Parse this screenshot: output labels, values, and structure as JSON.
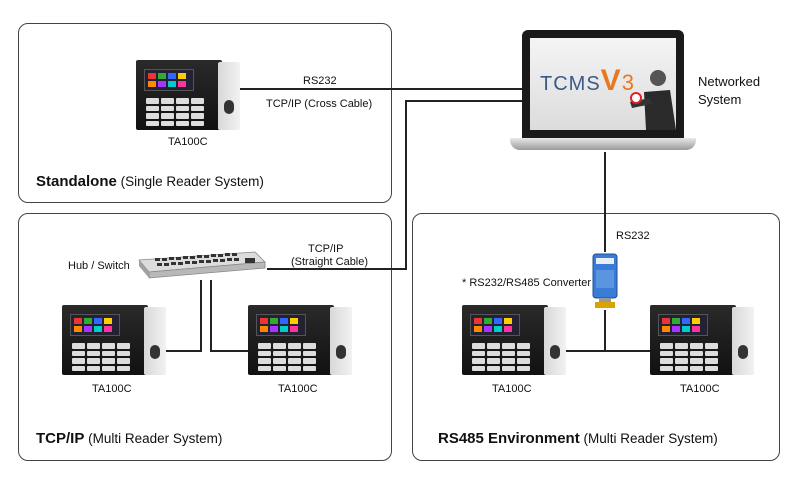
{
  "panels": {
    "standalone": {
      "title_bold": "Standalone",
      "title_rest": " (Single Reader System)"
    },
    "tcpip": {
      "title_bold": "TCP/IP",
      "title_rest": " (Multi Reader System)"
    },
    "rs485": {
      "title_bold": "RS485 Environment",
      "title_rest": " (Multi Reader System)"
    }
  },
  "labels": {
    "rs232_top": "RS232",
    "tcpip_cross": "TCP/IP (Cross Cable)",
    "tcpip_straight_1": "TCP/IP",
    "tcpip_straight_2": "(Straight Cable)",
    "hub_switch": "Hub / Switch",
    "rs232_right": "RS232",
    "converter": "* RS232/RS485 Converter",
    "networked_1": "Networked",
    "networked_2": "System"
  },
  "devices": {
    "standalone": "TA100C",
    "tcp_left": "TA100C",
    "tcp_right": "TA100C",
    "rs485_left": "TA100C",
    "rs485_right": "TA100C"
  },
  "logo": {
    "text": "TCMSV3"
  },
  "colors": {
    "device_screen_tiles": [
      "#e33",
      "#3a3",
      "#36f",
      "#fc0",
      "#f80",
      "#a3f",
      "#0cc",
      "#f39"
    ]
  }
}
